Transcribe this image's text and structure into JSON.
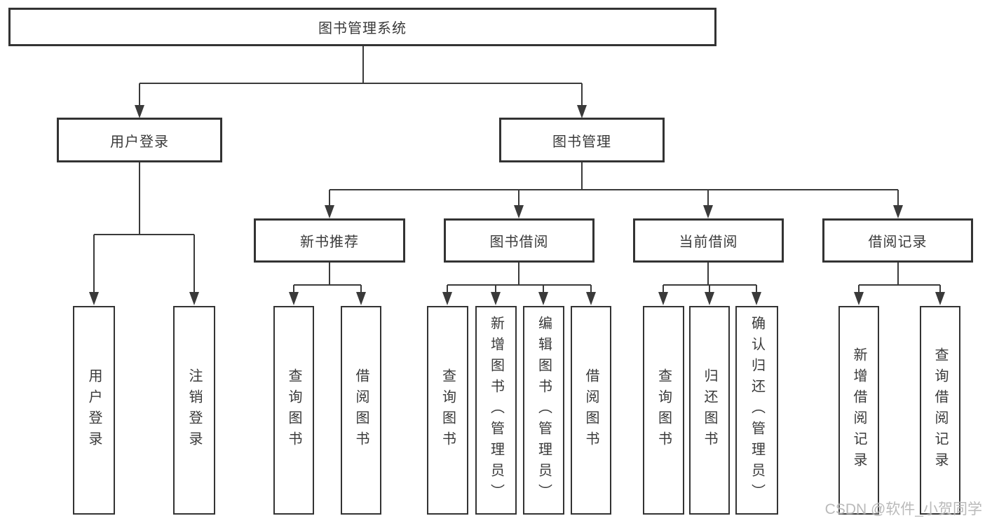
{
  "diagram": {
    "title": "图书管理系统",
    "root": {
      "label": "图书管理系统"
    },
    "branches": [
      {
        "label": "用户登录",
        "children": [
          {
            "label": "用户登录"
          },
          {
            "label": "注销登录"
          }
        ]
      },
      {
        "label": "图书管理",
        "children": [
          {
            "label": "新书推荐",
            "children": [
              {
                "label": "查询图书"
              },
              {
                "label": "借阅图书"
              }
            ]
          },
          {
            "label": "图书借阅",
            "children": [
              {
                "label": "查询图书"
              },
              {
                "label": "新增图书（管理员）"
              },
              {
                "label": "编辑图书（管理员）"
              },
              {
                "label": "借阅图书"
              }
            ]
          },
          {
            "label": "当前借阅",
            "children": [
              {
                "label": "查询图书"
              },
              {
                "label": "归还图书"
              },
              {
                "label": "确认归还（管理员）"
              }
            ]
          },
          {
            "label": "借阅记录",
            "children": [
              {
                "label": "新增借阅记录"
              },
              {
                "label": "查询借阅记录"
              }
            ]
          }
        ]
      }
    ]
  },
  "watermark": {
    "text": "CSDN @软件_小贺同学"
  },
  "colors": {
    "background": "#ffffff",
    "box_border": "#333333",
    "line": "#3a3a3a",
    "text": "#3a3a3a",
    "watermark": "#b3b3b3"
  }
}
